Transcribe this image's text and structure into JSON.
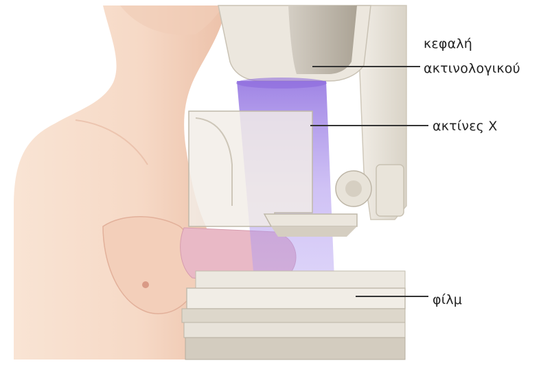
{
  "labels": {
    "head_line1": "κεφαλή",
    "head_line2": "ακτινολογικού",
    "xrays": "ακτίνες Χ",
    "film": "φίλμ"
  },
  "colors": {
    "skin": "#f6d9c6",
    "skin_shadow": "#e7b9a2",
    "breast_compressed": "#e6b5c4",
    "beam": "#a98ee8",
    "machine_light": "#efeae2",
    "machine_mid": "#d8d2c6",
    "machine_dark": "#b9b1a3",
    "leader_line": "#333333"
  }
}
